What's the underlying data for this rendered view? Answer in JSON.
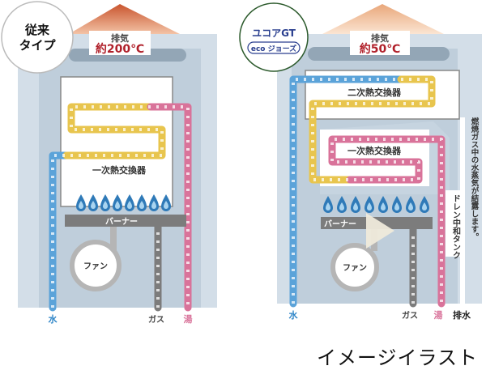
{
  "conventional": {
    "badge": [
      "従来",
      "タイプ"
    ],
    "exhaust_label": "排気",
    "exhaust_temp": "約200℃",
    "primary_exchanger": "一次熱交換器",
    "burner": "バーナー",
    "fan": "ファン",
    "water": "水",
    "gas": "ガス",
    "hot_water": "湯"
  },
  "eco": {
    "badge_logo": [
      "ユコアGT",
      "eco ジョーズ"
    ],
    "exhaust_label": "排気",
    "exhaust_temp": "約50℃",
    "secondary_exchanger": "二次熱交換器",
    "primary_exchanger": "一次熱交換器",
    "burner": "バーナー",
    "fan": "ファン",
    "drain_tank": "ドレン中和タンク",
    "condensation_note": "燃焼ガス中の水蒸気が結露します。",
    "water": "水",
    "gas": "ガス",
    "hot_water": "湯",
    "drain": "排水"
  },
  "caption": "イメージイラスト",
  "colors": {
    "water": "#5ba3d9",
    "hot": "#d9739a",
    "heat": "#e8c54e",
    "exhaust_hot": "#d97a4e",
    "exhaust_warm": "#efc19a",
    "case": "#d3dee8",
    "gas": "#8a8a8a",
    "temp_text": "#b0202a"
  }
}
